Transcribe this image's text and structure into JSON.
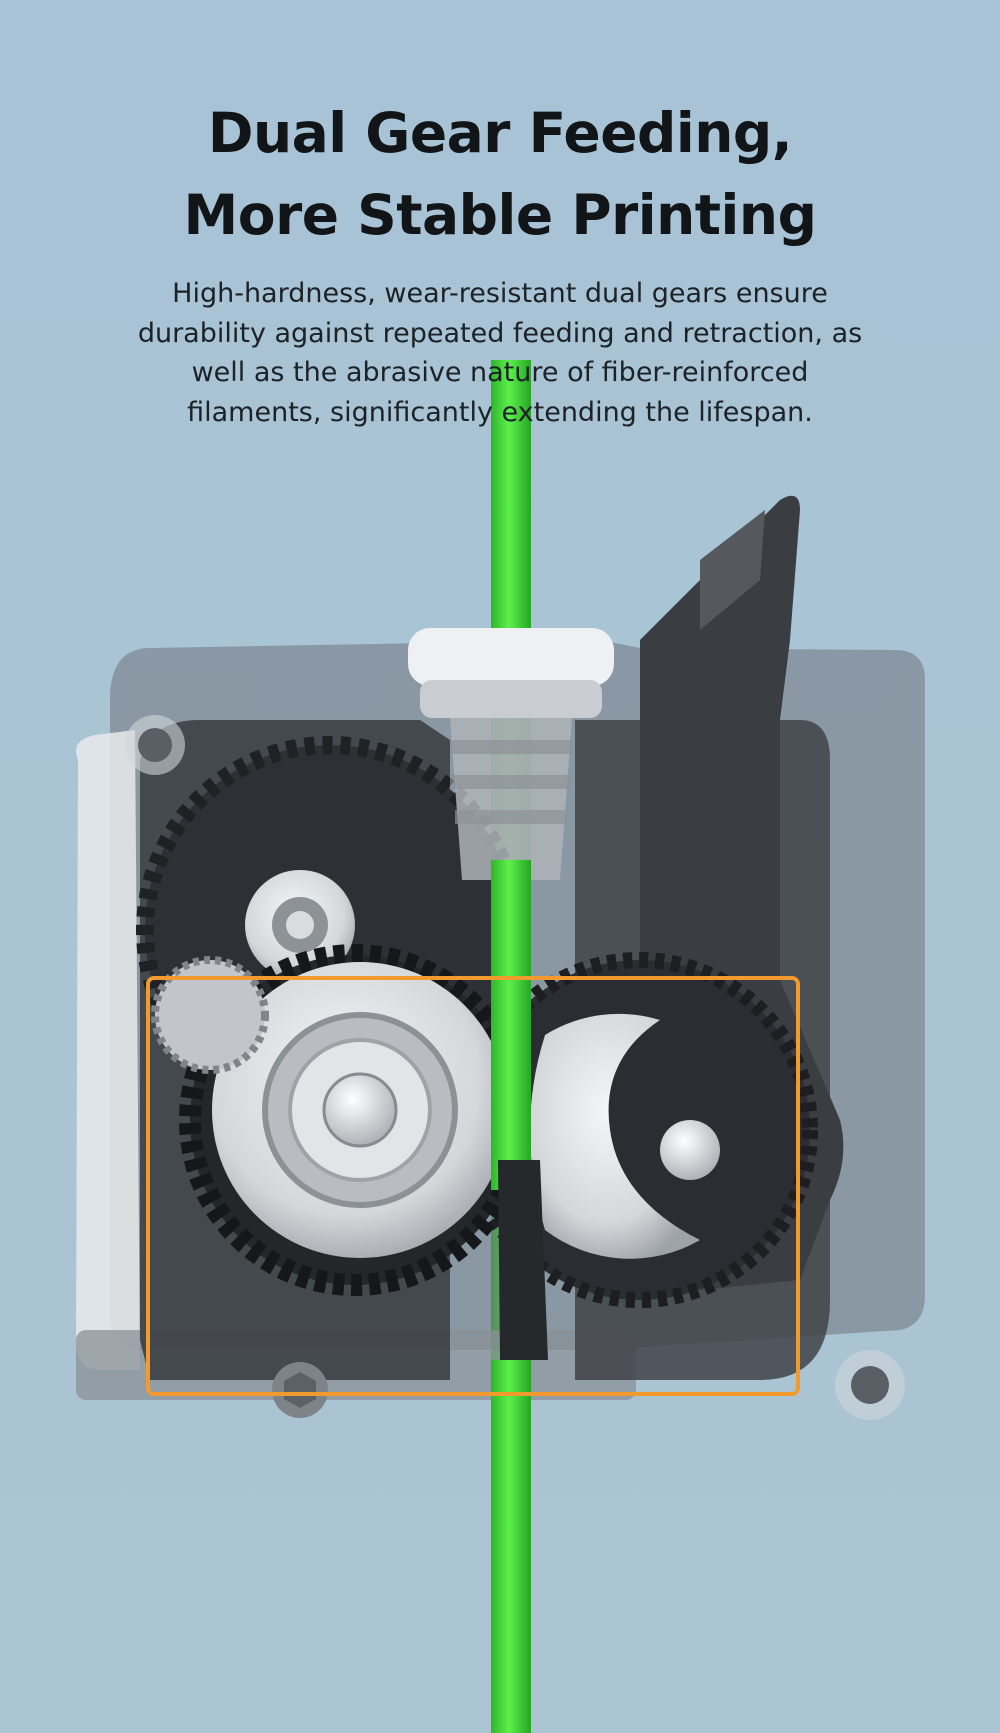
{
  "headline": {
    "line1": "Dual Gear Feeding,",
    "line2": "More Stable Printing"
  },
  "description": {
    "line1": "High-hardness, wear-resistant dual gears ensure",
    "line2": "durability against repeated feeding and retraction, as",
    "line3": "well as the abrasive nature of fiber-reinforced",
    "line4": "filaments, significantly extending the lifespan."
  },
  "colors": {
    "background": "#a9c3d4",
    "filament": "#3ddc2f",
    "highlight_frame": "#f29a2e",
    "housing": "#4a4e53"
  }
}
